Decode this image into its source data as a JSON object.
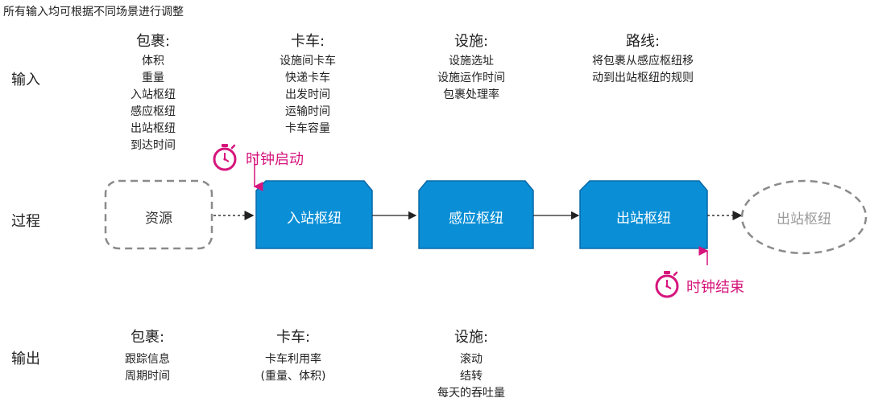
{
  "note": "所有输入均可根据不同场景进行调整",
  "row_labels": {
    "input": "输入",
    "process": "过程",
    "output": "输出"
  },
  "input": {
    "package": {
      "title": "包裹:",
      "items": [
        "体积",
        "重量",
        "入站枢纽",
        "感应枢纽",
        "出站枢纽",
        "到达时间"
      ]
    },
    "truck": {
      "title": "卡车:",
      "items": [
        "设施间卡车",
        "快递卡车",
        "出发时间",
        "运输时间",
        "卡车容量"
      ]
    },
    "facility": {
      "title": "设施:",
      "items": [
        "设施选址",
        "设施运作时间",
        "包裹处理率"
      ]
    },
    "route": {
      "title": "路线:",
      "items": [
        "将包裹从感应枢纽移",
        "动到出站枢纽的规则"
      ]
    }
  },
  "process": {
    "resource": "资源",
    "inbound_hub": "入站枢纽",
    "sensing_hub": "感应枢纽",
    "outbound_hub": "出站枢纽",
    "outbound_hub_ghost": "出站枢纽",
    "clock_start": "时钟启动",
    "clock_end": "时钟结束"
  },
  "output": {
    "package": {
      "title": "包裹:",
      "items": [
        "跟踪信息",
        "周期时间"
      ]
    },
    "truck": {
      "title": "卡车:",
      "items": [
        "卡车利用率",
        "(重量、体积)"
      ]
    },
    "facility": {
      "title": "设施:",
      "items": [
        "滚动",
        "结转",
        "每天的吞吐量"
      ]
    }
  },
  "colors": {
    "hub_fill": "#0a8fd6",
    "hub_stroke": "#0868a8",
    "clock": "#d6157c",
    "dashed": "#8a8a8a",
    "ghost_text": "#9a9a9a"
  },
  "icons": {
    "stopwatch": "stopwatch-icon"
  }
}
